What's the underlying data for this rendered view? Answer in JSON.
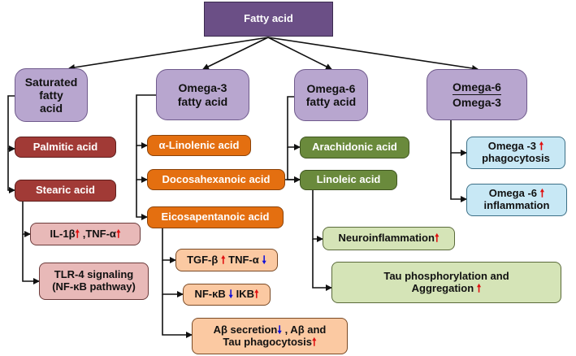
{
  "root": {
    "label": "Fatty acid"
  },
  "categories": {
    "saturated": {
      "line1": "Saturated",
      "line2": "fatty",
      "line3": "acid"
    },
    "omega3": {
      "line1": "Omega-3",
      "line2": "fatty acid"
    },
    "omega6": {
      "line1": "Omega-6",
      "line2": "fatty acid"
    },
    "ratio": {
      "numerator": "Omega-6",
      "denominator": "Omega-3"
    }
  },
  "saturated_items": {
    "palmitic": "Palmitic acid",
    "stearic": "Stearic  acid",
    "il1b": {
      "a": "IL-1β",
      "b": " ,TNF-α"
    },
    "tlr4": {
      "line1": "TLR-4 signaling",
      "line2": "(NF-κB pathway)"
    }
  },
  "omega3_items": {
    "linolenic": "α-Linolenic acid",
    "dha": "Docosahexanoic acid",
    "epa": "Eicosapentanoic acid",
    "tgf": {
      "a": "TGF-β",
      "b": " TNF-α"
    },
    "nfkb": {
      "a": "NF-κB",
      "b": " IKB"
    },
    "abeta": {
      "a": "Aβ secretion",
      "b": " , Aβ and",
      "c": "Tau phagocytosis"
    }
  },
  "omega6_items": {
    "arachidonic": "Arachidonic  acid",
    "linoleic": "Linoleic acid",
    "neuro": "Neuroinflammation",
    "tau": {
      "line1": "Tau phosphorylation and",
      "line2": "Aggregation"
    }
  },
  "ratio_items": {
    "omega3_effect": {
      "a": "Omega -3",
      "b": "phagocytosis"
    },
    "omega6_effect": {
      "a": "Omega -6",
      "b": "inflammation"
    }
  },
  "arrows": {
    "up": "🠕",
    "down": "🠗"
  },
  "colors": {
    "root": "#6b4f86",
    "category": "#b8a6cf",
    "saturated": "#a13a36",
    "omega3": "#e46f10",
    "omega6": "#6a8a3c",
    "effect_increase": "#e01010",
    "effect_decrease": "#1010d8"
  }
}
